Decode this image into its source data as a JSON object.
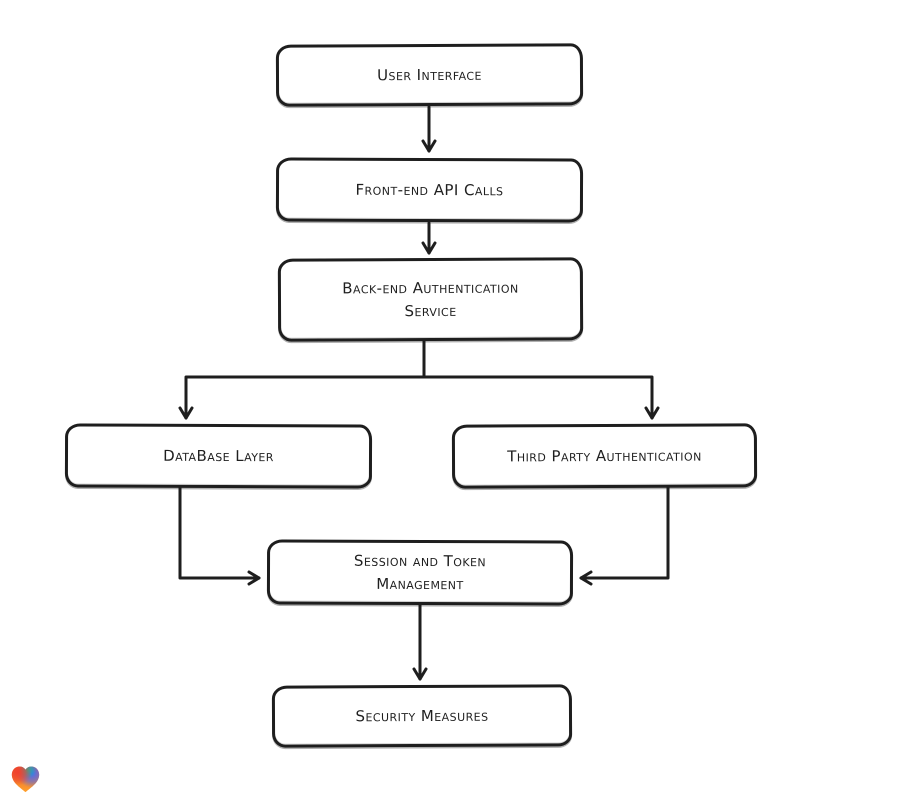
{
  "page": {
    "background": "#ffffff"
  },
  "diagram": {
    "stroke_color": "#1e1e1e",
    "box_fill": "#ffffff",
    "text_color": "#1f1f1f",
    "nodes": [
      {
        "id": "user-interface",
        "label": "User Interface"
      },
      {
        "id": "front-end-api-calls",
        "label": "Front-end API Calls"
      },
      {
        "id": "back-end-authentication-service",
        "label": "Back-end Authentication Service"
      },
      {
        "id": "database-layer",
        "label": "DataBase Layer"
      },
      {
        "id": "third-party-authentication",
        "label": "Third Party Authentication"
      },
      {
        "id": "session-and-token-management",
        "label": "Session and Token Management"
      },
      {
        "id": "security-measures",
        "label": "Security Measures"
      }
    ],
    "edges": [
      {
        "from": "user-interface",
        "to": "front-end-api-calls"
      },
      {
        "from": "front-end-api-calls",
        "to": "back-end-authentication-service"
      },
      {
        "from": "back-end-authentication-service",
        "to": "database-layer"
      },
      {
        "from": "back-end-authentication-service",
        "to": "third-party-authentication"
      },
      {
        "from": "database-layer",
        "to": "session-and-token-management"
      },
      {
        "from": "third-party-authentication",
        "to": "session-and-token-management"
      },
      {
        "from": "session-and-token-management",
        "to": "security-measures"
      }
    ]
  },
  "logo": {
    "name": "gradient-heart",
    "colors": {
      "red": "#f0402e",
      "teal": "#00c2a0",
      "blue": "#4a6cf5",
      "orange": "#ffa22d",
      "deep_orange": "#e65c2e"
    }
  }
}
